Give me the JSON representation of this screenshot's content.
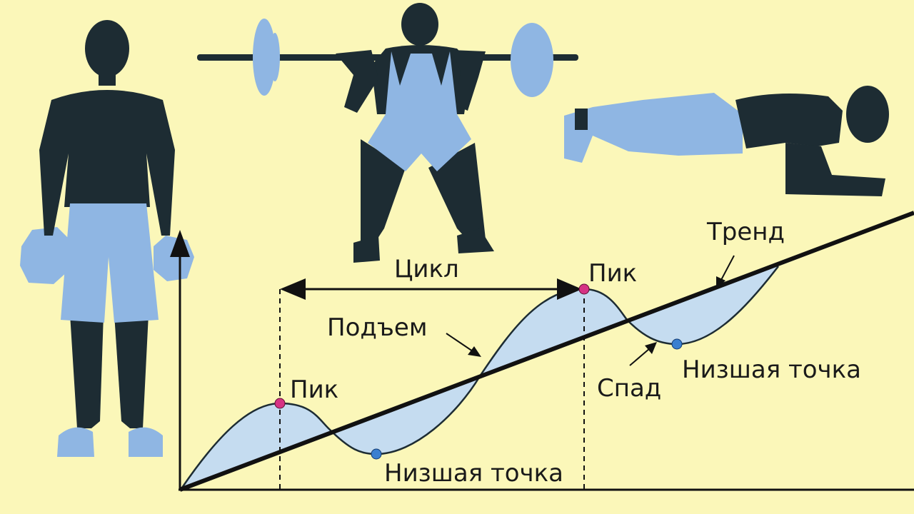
{
  "colors": {
    "background": "#fbf7b9",
    "silhouette": "#1d2c33",
    "clothing": "#8fb6e3",
    "wave_fill": "#c5dcf0",
    "line": "#111111",
    "peak_marker": "#d63384",
    "trough_marker": "#3a7fd0"
  },
  "figures": {
    "standing": "standing-dumbbells-figure",
    "squat": "barbell-squat-figure",
    "plank": "plank-figure"
  },
  "labels": {
    "cycle": "Цикл",
    "peak_left": "Пик",
    "peak_right": "Пик",
    "rise": "Подъем",
    "trough_left": "Низшая точка",
    "trough_right": "Низшая точка",
    "decline": "Спад",
    "trend": "Тренд"
  }
}
